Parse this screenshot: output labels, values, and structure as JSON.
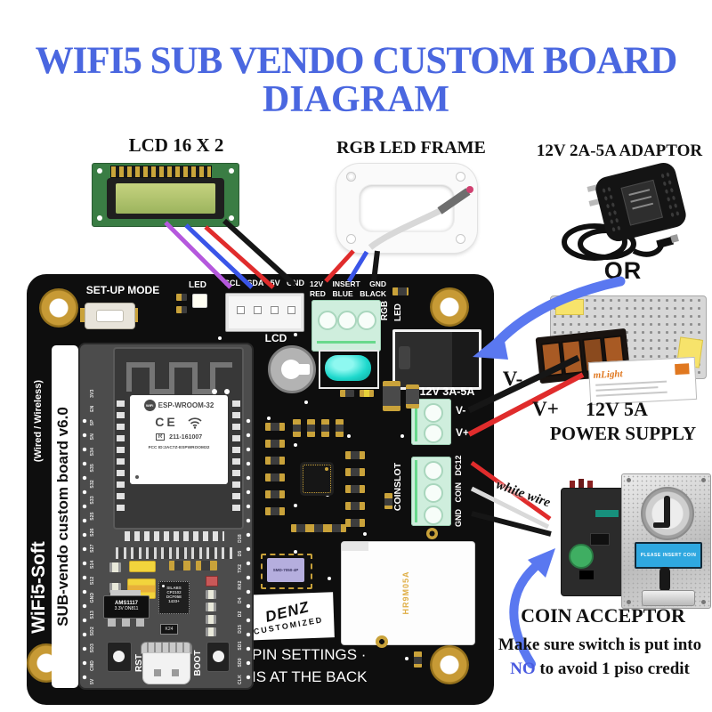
{
  "colors": {
    "title_blue": "#4a67e0",
    "no_blue": "#4a5be0",
    "board_black": "#0e0e0e",
    "gold_pad": "#c9a23a",
    "mint_terminal": "#cfeedd",
    "cyan_capacitor": "#2ee8dc",
    "wire_red": "#e02c2c",
    "wire_blue": "#3a55e8",
    "wire_purple": "#b558dd",
    "wire_black": "#161616",
    "wire_white": "#d9d9d9",
    "arrow_blue": "#5a78f0"
  },
  "title": {
    "line1": "WIFI5 SUB VENDO CUSTOM BOARD",
    "line2": "DIAGRAM"
  },
  "peripherals": {
    "lcd": {
      "label": "LCD 16 X 2"
    },
    "rgb_frame": {
      "label": "RGB LED FRAME"
    },
    "adaptor": {
      "label": "12V 2A-5A ADAPTOR",
      "or": "OR"
    },
    "power_supply": {
      "brand": "mLight",
      "v_minus": "V-",
      "v_plus": "V+",
      "name_line1": "12V 5A",
      "name_line2": "POWER SUPPLY"
    },
    "coin_acceptor": {
      "label": "COIN ACCEPTOR",
      "display_text": "PLEASE INSERT COIN",
      "wire_note": "white wire",
      "note_line1": "Make sure switch is put into",
      "note_no": "NO",
      "note_line2_rest": " to avoid 1 piso credit"
    }
  },
  "board": {
    "setup_mode_label": "SET-UP MODE",
    "led_label": "LED",
    "lcd_header": {
      "pins": [
        "SCL",
        "SDA",
        "5V",
        "GND"
      ],
      "label": "LCD"
    },
    "rgb_header": {
      "top_row": [
        "12V",
        "INSERT",
        "GND"
      ],
      "bottom_row": [
        "RED",
        "BLUE",
        "BLACK"
      ],
      "vertical_labels": [
        "RGB",
        "LED"
      ]
    },
    "power_terminal": {
      "label": "12V 3A-5A",
      "v_minus": "V-",
      "v_plus": "V+"
    },
    "coinslot_terminal": {
      "label": "COINSLOT",
      "pins": [
        "DC12",
        "COIN",
        "GND"
      ]
    },
    "left_edge": {
      "product": "WiFi5-Soft",
      "mode": "(Wired / Wireless)",
      "version": "SUB-vendo custom board v6.0"
    },
    "esp_module": {
      "logo": "WiFi",
      "name": "ESP-WROOM-32",
      "ce_mark": "CE",
      "reg_mark": "R",
      "cert_no": "211-161007",
      "fcc_id": "FCC ID:2AC7Z-ESPWROOM32"
    },
    "esp_pins": {
      "left": [
        "3V3",
        "EN",
        "SP",
        "SN",
        "S34",
        "S35",
        "S32",
        "S33",
        "S25",
        "S26",
        "S27",
        "S14",
        "S12",
        "GND",
        "S13",
        "SD2",
        "SD3",
        "CMD",
        "5V"
      ],
      "right": [
        "GND",
        "D23",
        "D22",
        "TXD",
        "RXD",
        "D21",
        "GND",
        "D19",
        "D18",
        "D5",
        "TX2",
        "RX2",
        "D4",
        "D2",
        "D15",
        "SD1",
        "SD0",
        "CLK"
      ]
    },
    "regulator": {
      "line1": "AMS1117",
      "line2": "3.3V DN811"
    },
    "usb_bridge": {
      "line1": "SILABS",
      "line2": "CP2102",
      "line3": "DCF05E",
      "line4": "1433+"
    },
    "ic_label": "K24",
    "buttons": {
      "reset": "RST",
      "boot": "BOOT"
    },
    "crystal_label": "SMD-7050-4P",
    "ethernet_label": "HR9M05A",
    "maker_logo": {
      "line1": "DENZ",
      "line2": "CUSTOMIZED"
    },
    "back_note": {
      "line1": "PIN SETTINGS ·",
      "line2": "IS AT THE BACK"
    }
  }
}
